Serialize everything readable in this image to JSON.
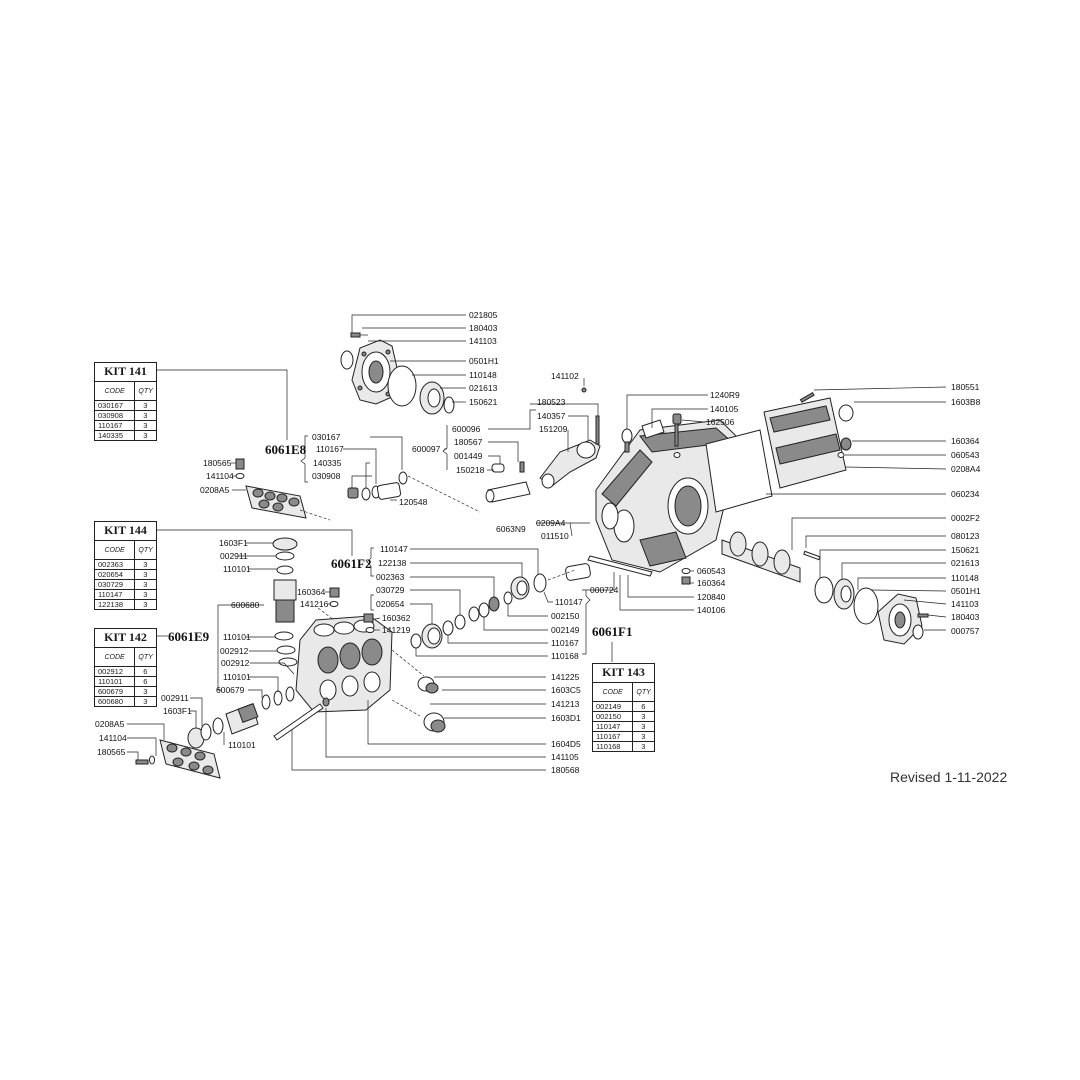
{
  "revision": "Revised 1-11-2022",
  "assemblies": [
    "6061E8",
    "6061F2",
    "6061E9",
    "6061F1"
  ],
  "kits": [
    {
      "title": "KIT 141",
      "col_code": "CODE",
      "col_qty": "QTY",
      "rows": [
        [
          "030167",
          "3"
        ],
        [
          "030908",
          "3"
        ],
        [
          "110167",
          "3"
        ],
        [
          "140335",
          "3"
        ]
      ]
    },
    {
      "title": "KIT 144",
      "col_code": "CODE",
      "col_qty": "QTY",
      "rows": [
        [
          "002363",
          "3"
        ],
        [
          "020654",
          "3"
        ],
        [
          "030729",
          "3"
        ],
        [
          "110147",
          "3"
        ],
        [
          "122138",
          "3"
        ]
      ]
    },
    {
      "title": "KIT 142",
      "col_code": "CODE",
      "col_qty": "QTY",
      "rows": [
        [
          "002912",
          "6"
        ],
        [
          "110101",
          "6"
        ],
        [
          "600679",
          "3"
        ],
        [
          "600680",
          "3"
        ]
      ]
    },
    {
      "title": "KIT 143",
      "col_code": "CODE",
      "col_qty": "QTY",
      "rows": [
        [
          "002149",
          "6"
        ],
        [
          "002150",
          "3"
        ],
        [
          "110147",
          "3"
        ],
        [
          "110167",
          "3"
        ],
        [
          "110168",
          "3"
        ]
      ]
    }
  ],
  "callouts": {
    "head": [
      "021805",
      "180403",
      "141103",
      "0501H1",
      "110148",
      "021613",
      "150621"
    ],
    "e8_left": [
      "180565",
      "141104",
      "0208A5"
    ],
    "e8": [
      "030167",
      "110167",
      "140335",
      "030908",
      "120548"
    ],
    "rod": [
      "600097",
      "600096",
      "180567",
      "001449",
      "150218",
      "180523",
      "140357",
      "151209",
      "141102"
    ],
    "top": [
      "1240R9",
      "140105",
      "162506"
    ],
    "cover": [
      "180551",
      "1603B8",
      "160364",
      "060543",
      "0208A4",
      "060234"
    ],
    "case": [
      "6063N9",
      "0209A4",
      "011510",
      "000724",
      "060543",
      "160364",
      "120840",
      "140106"
    ],
    "shaft": [
      "0002F2",
      "080123",
      "150621",
      "021613",
      "110148",
      "0501H1",
      "141103",
      "180403",
      "000757"
    ],
    "f2": [
      "110147",
      "122138",
      "002363",
      "030729",
      "020654",
      "002150",
      "002149",
      "110167",
      "110168",
      "110147"
    ],
    "left_stack": [
      "1603F1",
      "002911",
      "110101",
      "600680",
      "110101",
      "002912",
      "002912",
      "110101",
      "600679",
      "002911",
      "1603F1",
      "110101"
    ],
    "bottom_left": [
      "0208A5",
      "141104",
      "180565"
    ],
    "manifold": [
      "160364",
      "141216",
      "160362",
      "141219",
      "141225",
      "1603C5",
      "141213",
      "1603D1",
      "1604D5",
      "141105",
      "180568"
    ]
  }
}
